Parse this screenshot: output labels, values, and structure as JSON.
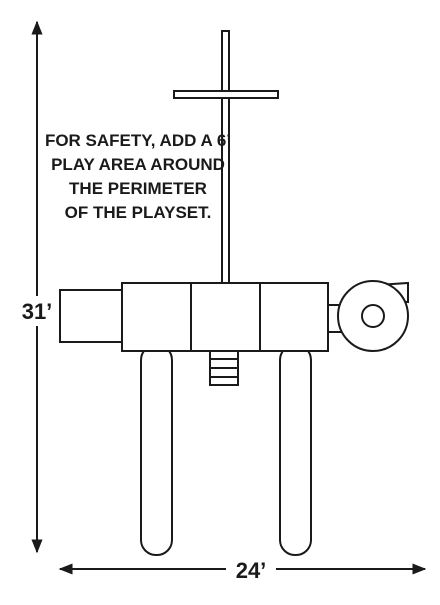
{
  "dimensions": {
    "height_label": "31’",
    "width_label": "24’"
  },
  "note": {
    "lines": [
      "FOR SAFETY, ADD A 6’",
      "PLAY AREA AROUND",
      "THE PERIMETER",
      "OF THE PLAYSET."
    ]
  }
}
